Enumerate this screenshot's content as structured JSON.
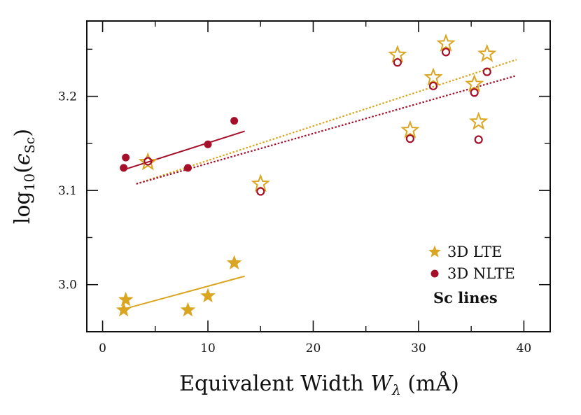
{
  "chart_data": {
    "type": "scatter",
    "xlabel": "Equivalent Width W_λ (mÅ)",
    "ylabel": "log10(ε_Sc)",
    "xlim": [
      -1.5,
      42.5
    ],
    "ylim": [
      2.95,
      3.28
    ],
    "xticks": [
      0,
      10,
      20,
      30,
      40
    ],
    "xtick_labels": [
      "0",
      "10",
      "20",
      "30",
      "40"
    ],
    "yticks": [
      3.0,
      3.1,
      3.2
    ],
    "ytick_labels": [
      "3.0",
      "3.1",
      "3.2"
    ],
    "grid": false,
    "legend_position": "bottom-right",
    "annotation": "Sc lines",
    "colors": {
      "lte": "#DAA520",
      "nlte": "#A50F2A"
    },
    "series": [
      {
        "name": "3D LTE",
        "marker": "star",
        "points": [
          {
            "x": 2.0,
            "y": 2.973,
            "filled": true
          },
          {
            "x": 2.2,
            "y": 2.984,
            "filled": true
          },
          {
            "x": 8.1,
            "y": 2.973,
            "filled": true
          },
          {
            "x": 10.0,
            "y": 2.988,
            "filled": true
          },
          {
            "x": 12.5,
            "y": 3.023,
            "filled": true
          },
          {
            "x": 4.3,
            "y": 3.13,
            "filled": false
          },
          {
            "x": 15.0,
            "y": 3.107,
            "filled": false
          },
          {
            "x": 28.0,
            "y": 3.244,
            "filled": false
          },
          {
            "x": 29.2,
            "y": 3.164,
            "filled": false
          },
          {
            "x": 31.4,
            "y": 3.22,
            "filled": false
          },
          {
            "x": 32.6,
            "y": 3.256,
            "filled": false
          },
          {
            "x": 35.3,
            "y": 3.213,
            "filled": false
          },
          {
            "x": 35.7,
            "y": 3.173,
            "filled": false
          },
          {
            "x": 36.5,
            "y": 3.245,
            "filled": false
          }
        ],
        "fits": [
          {
            "x": [
              2.0,
              13.5
            ],
            "y": [
              2.974,
              3.009
            ],
            "style": "solid"
          },
          {
            "x": [
              3.2,
              39.3
            ],
            "y": [
              3.107,
              3.239
            ],
            "style": "dotted"
          }
        ]
      },
      {
        "name": "3D NLTE",
        "marker": "circle",
        "points": [
          {
            "x": 2.0,
            "y": 3.124,
            "filled": true
          },
          {
            "x": 2.2,
            "y": 3.135,
            "filled": true
          },
          {
            "x": 8.1,
            "y": 3.124,
            "filled": true
          },
          {
            "x": 10.0,
            "y": 3.149,
            "filled": true
          },
          {
            "x": 12.5,
            "y": 3.174,
            "filled": true
          },
          {
            "x": 4.3,
            "y": 3.131,
            "filled": false
          },
          {
            "x": 15.0,
            "y": 3.099,
            "filled": false
          },
          {
            "x": 28.0,
            "y": 3.236,
            "filled": false
          },
          {
            "x": 29.2,
            "y": 3.155,
            "filled": false
          },
          {
            "x": 31.4,
            "y": 3.211,
            "filled": false
          },
          {
            "x": 32.6,
            "y": 3.247,
            "filled": false
          },
          {
            "x": 35.3,
            "y": 3.204,
            "filled": false
          },
          {
            "x": 35.7,
            "y": 3.154,
            "filled": false
          },
          {
            "x": 36.5,
            "y": 3.226,
            "filled": false
          }
        ],
        "fits": [
          {
            "x": [
              2.0,
              13.5
            ],
            "y": [
              3.122,
              3.163
            ],
            "style": "solid"
          },
          {
            "x": [
              3.2,
              39.3
            ],
            "y": [
              3.107,
              3.222
            ],
            "style": "dotted"
          }
        ]
      }
    ]
  }
}
